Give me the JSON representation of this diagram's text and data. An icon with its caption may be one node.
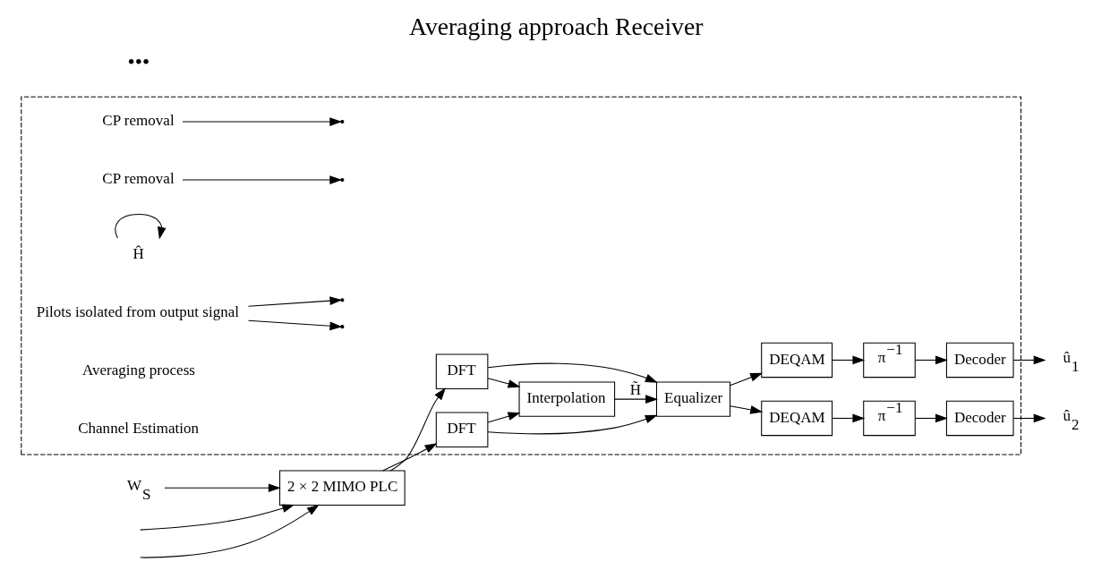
{
  "diagram": {
    "title": "Averaging approach Receiver",
    "nodes": [
      {
        "text": [],
        "shape": "box"
      },
      {
        "text": [
          "2 × 2 MIMO PLC"
        ]
      },
      {
        "text": [
          "CP removal"
        ],
        "in": 0
      },
      {
        "text": [
          "DFT"
        ],
        "in": 0
      },
      {
        "text": [
          "DFT"
        ],
        "in": 0
      },
      {
        "text": [
          "CP removal"
        ],
        "in": 0
      },
      {
        "text": [
          "Equalizer"
        ],
        "in": 0
      },
      {
        "text": [
          "DEQAM"
        ],
        "in": 0
      },
      {
        "text": [
          "π$^{−1}$"
        ],
        "in": 0
      },
      {
        "text": [
          "Decoder"
        ],
        "in": 0
      },
      {
        "text": [
          "DEQAM"
        ],
        "in": 0
      },
      {
        "text": [
          "π$^{−1}$"
        ],
        "in": 0
      },
      {
        "text": [
          "Decoder"
        ],
        "in": 0
      },
      {
        "text": [
          "Interpolation"
        ],
        "in": 0
      },
      {
        "text": [
          "Ĥ"
        ],
        "in": 0
      },
      {
        "text": [
          "Pilots isolated from output signal"
        ],
        "in": 0
      },
      {
        "text": [
          "W$_{S}$"
        ]
      },
      {
        "text": [
          "û$_{1}$"
        ]
      },
      {
        "text": [
          "û$_{2}$"
        ]
      }
    ],
    "edges": [
      {
        "from": null,
        "to": 1,
        "arrow": "to"
      },
      {
        "from": null,
        "to": 1,
        "arrow": "to"
      },
      {
        "from": 16,
        "to": 1,
        "arrow": "to"
      },
      {
        "from": 1,
        "to": 3,
        "arrow": "to"
      },
      {
        "from": 1,
        "to": 4,
        "arrow": "to"
      },
      {
        "from": 2,
        "to": null,
        "arrow": "to"
      },
      {
        "from": 5,
        "to": null,
        "arrow": "to"
      },
      {
        "from": 3,
        "to": 6,
        "arrow": "to"
      },
      {
        "from": 4,
        "to": 6,
        "arrow": "to"
      },
      {
        "from": 3,
        "to": 13,
        "arrow": "to"
      },
      {
        "from": 4,
        "to": 13,
        "arrow": "to"
      },
      {
        "from": 13,
        "to": 6,
        "arrow": "to",
        "label": "H̃"
      },
      {
        "from": 6,
        "to": 7,
        "arrow": "to"
      },
      {
        "from": 6,
        "to": 10,
        "arrow": "to"
      },
      {
        "from": 7,
        "to": 8,
        "arrow": "to"
      },
      {
        "from": 8,
        "to": 9,
        "arrow": "to"
      },
      {
        "from": 10,
        "to": 11,
        "arrow": "to"
      },
      {
        "from": 11,
        "to": 12,
        "arrow": "to"
      },
      {
        "from": 9,
        "to": 17,
        "arrow": "to"
      },
      {
        "from": 12,
        "to": 18,
        "arrow": "to"
      },
      {
        "from": 14,
        "to": 14,
        "arrow": "to"
      },
      {
        "from": 15,
        "to": null,
        "arrow": "to"
      },
      {
        "from": 15,
        "to": null,
        "arrow": "to"
      }
    ],
    "labels": [
      "•••",
      "Averaging process",
      "Channel Estimation"
    ]
  }
}
